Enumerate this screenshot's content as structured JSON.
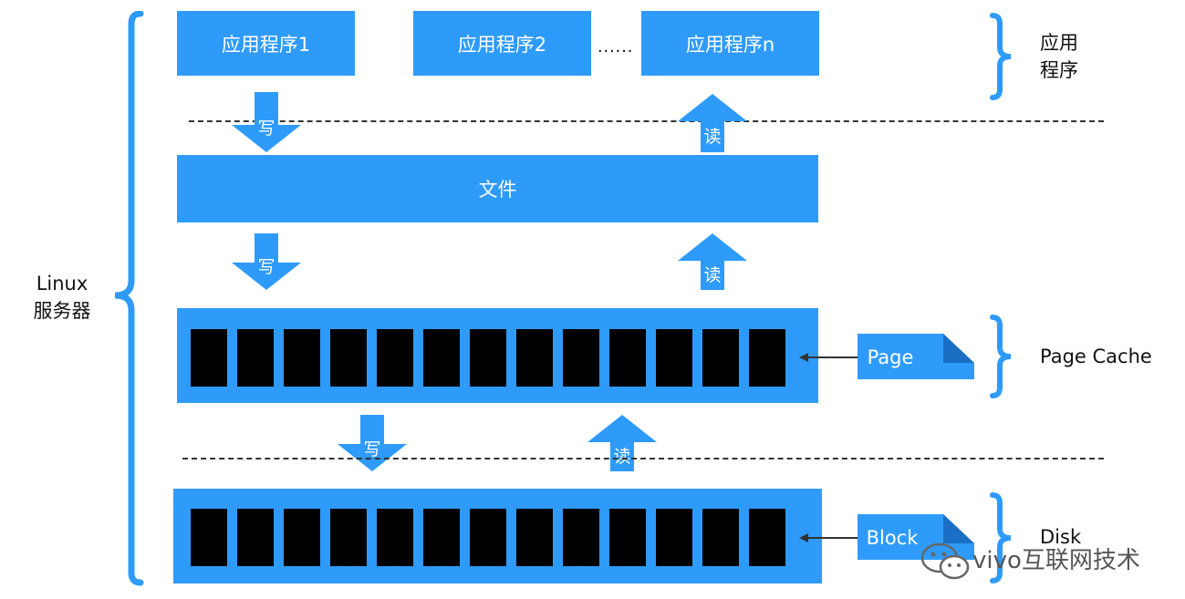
{
  "apps": {
    "app1": "应用程序1",
    "app2": "应用程序2",
    "appn": "应用程序n",
    "ellipsis": "......"
  },
  "file": "文件",
  "arrows": {
    "write": "写",
    "read": "读"
  },
  "side_labels": {
    "app_line1": "应用",
    "app_line2": "程序",
    "page_cache": "Page Cache",
    "disk": "Disk",
    "linux_line1": "Linux",
    "linux_line2": "服务器"
  },
  "tags": {
    "page": "Page",
    "block": "Block"
  },
  "watermark": "vivo互联网技术",
  "colors": {
    "box": "#2e9bfb",
    "block": "#000000",
    "dash": "#333333"
  }
}
